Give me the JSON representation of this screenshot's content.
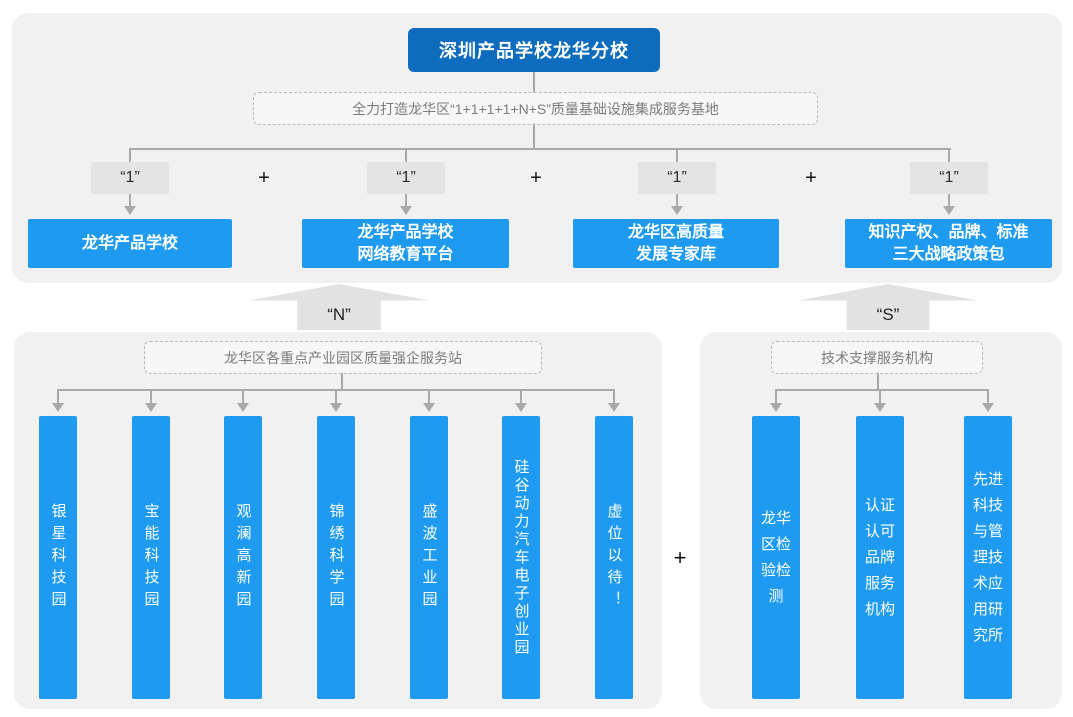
{
  "diagram": {
    "root": "深圳产品学校龙华分校",
    "mission": "全力打造龙华区“1+1+1+1+N+S”质量基础设施集成服务基地",
    "unit_label": "“1”",
    "plus_sign": "+",
    "branches": [
      "龙华产品学校",
      "龙华产品学校\n网络教育平台",
      "龙华区高质量\n发展专家库",
      "知识产权、品牌、标准\n三大战略政策包"
    ],
    "arrow_n_label": "“N”",
    "arrow_s_label": "“S”",
    "parks": {
      "header": "龙华区各重点产业园区质量强企服务站",
      "columns": [
        "银星科技园",
        "宝能科技园",
        "观澜高新园",
        "锦绣科学园",
        "盛波工业园",
        "硅谷动力汽车电子创业园",
        "虚位以待！"
      ]
    },
    "tech": {
      "header": "技术支撑服务机构",
      "columns": [
        "龙华区检验检测",
        "认证认可品牌服务机构",
        "先进科技与管理技术应用研究所"
      ]
    },
    "colors": {
      "root_blue": "#0d6cbd",
      "node_blue": "#1e9bf0",
      "panel_gray": "#f1f1f2",
      "label_gray": "#e4e4e5",
      "connector_gray": "#a9a9a9"
    }
  }
}
